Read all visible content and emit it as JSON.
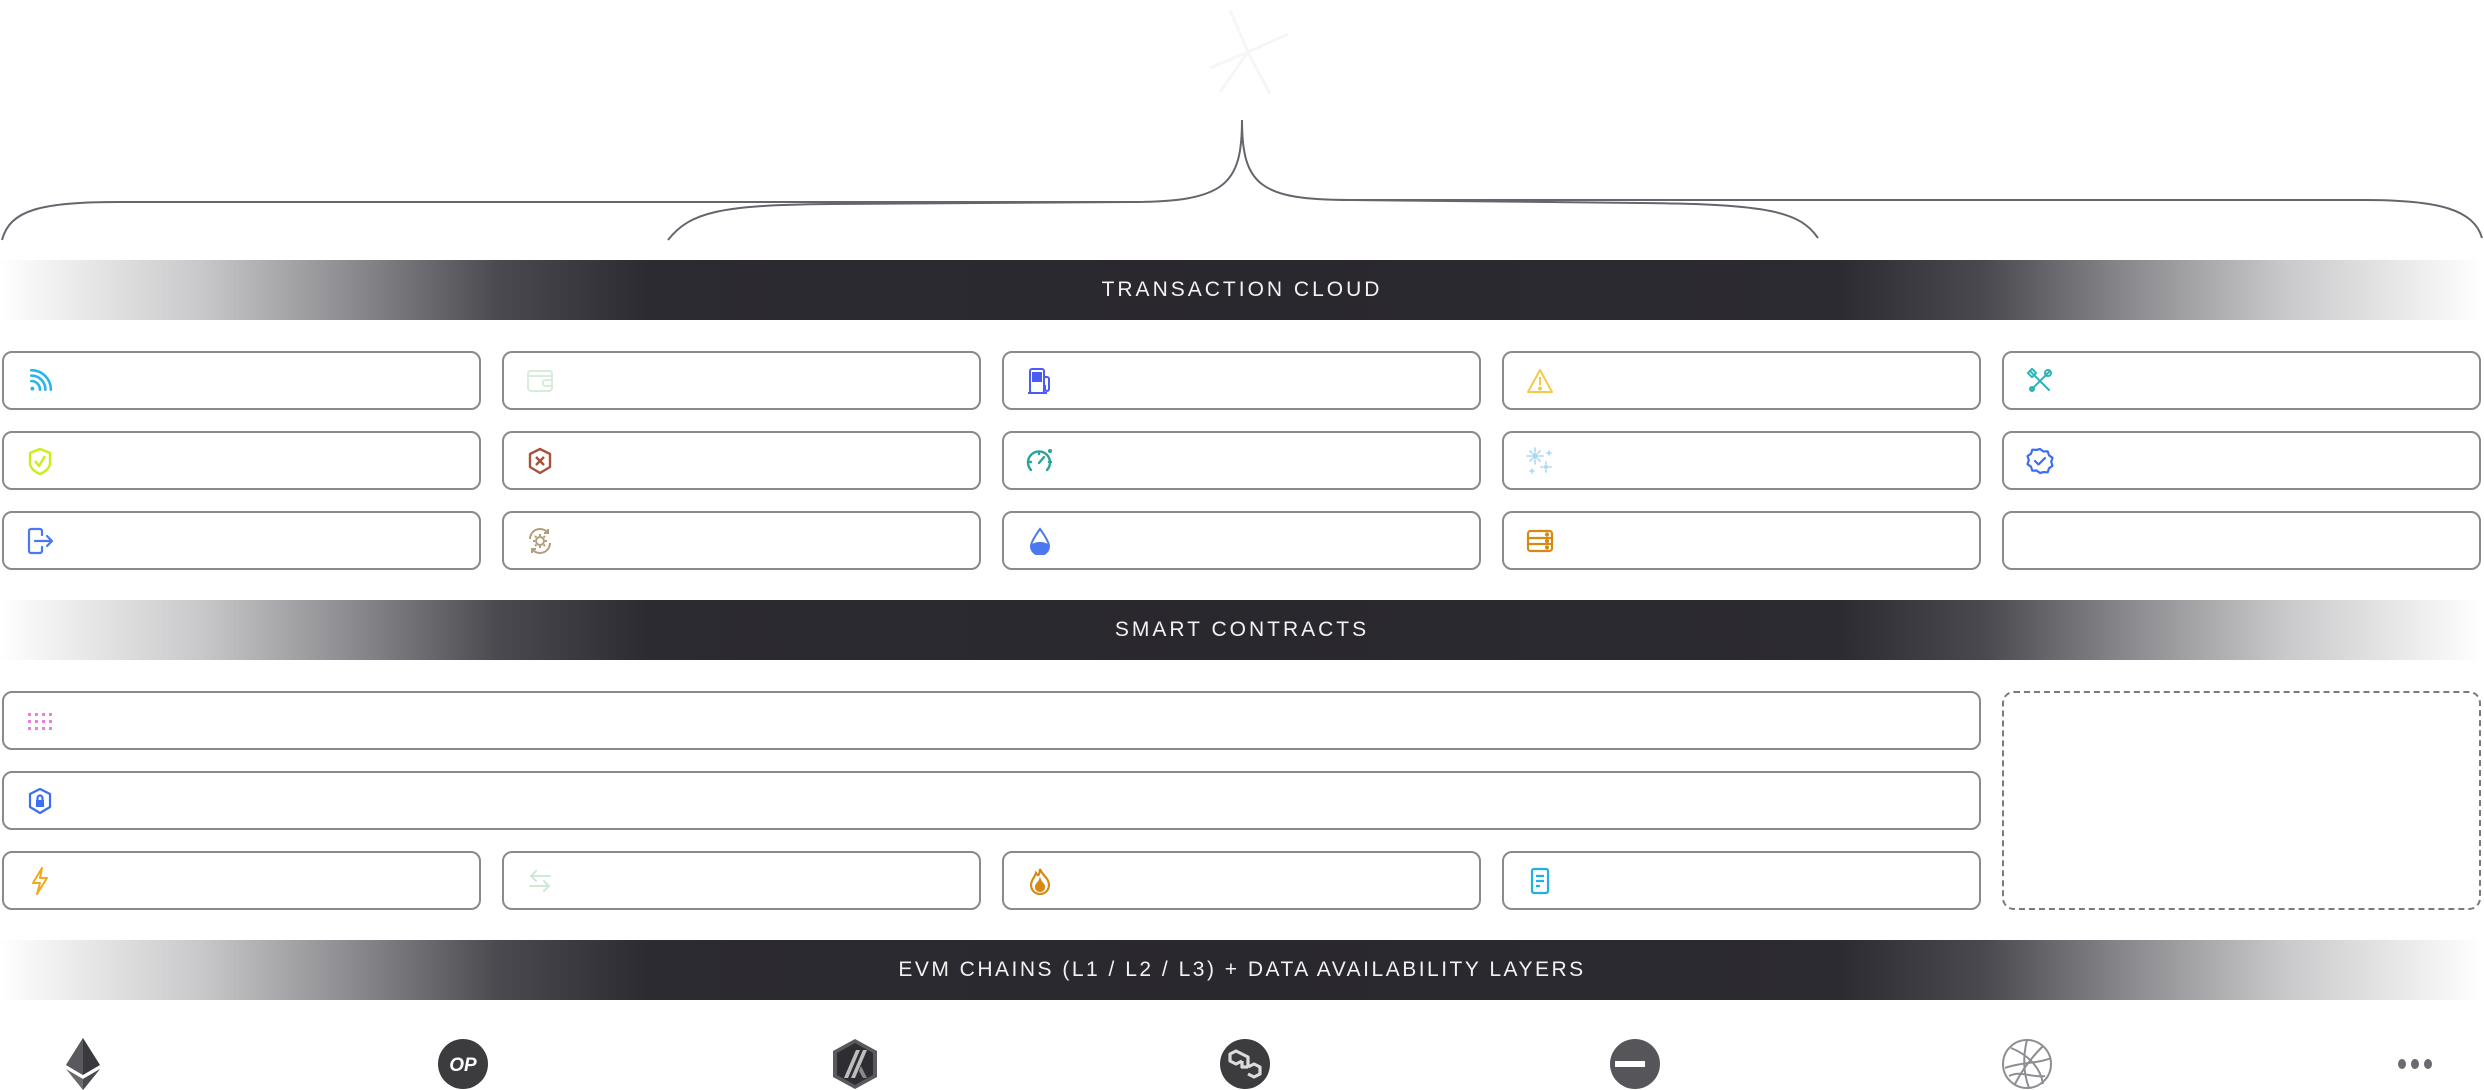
{
  "diagram": {
    "top_logo": "pinwheel-star-logo",
    "brace_color": "#63666d"
  },
  "bands": {
    "transaction_cloud": "TRANSACTION CLOUD",
    "smart_contracts": "SMART CONTRACTS",
    "chains": "EVM CHAINS (L1 / L2 / L3) + DATA AVAILABILITY LAYERS"
  },
  "transaction_cloud": {
    "cards": [
      {
        "icon": "rss-feed-icon",
        "color": "#29b6e6",
        "label": ""
      },
      {
        "icon": "wallet-icon",
        "color": "#d7ecd9",
        "label": ""
      },
      {
        "icon": "gas-pump-icon",
        "color": "#4b5cf0",
        "label": ""
      },
      {
        "icon": "warning-triangle-icon",
        "color": "#f5c94a",
        "label": ""
      },
      {
        "icon": "tools-icon",
        "color": "#2bb5b8",
        "label": ""
      },
      {
        "icon": "shield-check-icon",
        "color": "#c9ef1a",
        "label": ""
      },
      {
        "icon": "shield-x-icon",
        "color": "#a8523a",
        "label": ""
      },
      {
        "icon": "speedometer-icon",
        "color": "#2aa39a",
        "label": ""
      },
      {
        "icon": "sparkles-icon",
        "color": "#a9d8f2",
        "label": ""
      },
      {
        "icon": "verified-badge-icon",
        "color": "#3d6df2",
        "label": ""
      },
      {
        "icon": "exit-door-icon",
        "color": "#4a78f0",
        "label": ""
      },
      {
        "icon": "gear-sync-icon",
        "color": "#b29e7c",
        "label": ""
      },
      {
        "icon": "water-drop-icon",
        "color": "#4a78f0",
        "label": ""
      },
      {
        "icon": "server-stack-icon",
        "color": "#d68a12",
        "label": ""
      },
      {
        "icon": "",
        "color": "",
        "label": ""
      }
    ]
  },
  "smart_contracts": {
    "wide_cards": [
      {
        "icon": "dot-grid-icon",
        "color": "#f07ee0",
        "label": ""
      },
      {
        "icon": "shield-lock-icon",
        "color": "#3d6df2",
        "label": ""
      }
    ],
    "cards": [
      {
        "icon": "lightning-icon",
        "color": "#f2a91c",
        "label": ""
      },
      {
        "icon": "swap-arrows-icon",
        "color": "#cfe8d2",
        "label": ""
      },
      {
        "icon": "flame-icon",
        "color": "#d68a12",
        "label": ""
      },
      {
        "icon": "document-icon",
        "color": "#1fb1e6",
        "label": ""
      }
    ],
    "dashed_card": {
      "label": ""
    }
  },
  "chains": [
    {
      "name": "ethereum-logo"
    },
    {
      "name": "optimism-logo",
      "text": "OP"
    },
    {
      "name": "arbitrum-logo"
    },
    {
      "name": "polygon-logo"
    },
    {
      "name": "minus-chain-logo"
    },
    {
      "name": "globe-network-logo"
    },
    {
      "name": "more-icon",
      "text": "•••"
    }
  ]
}
